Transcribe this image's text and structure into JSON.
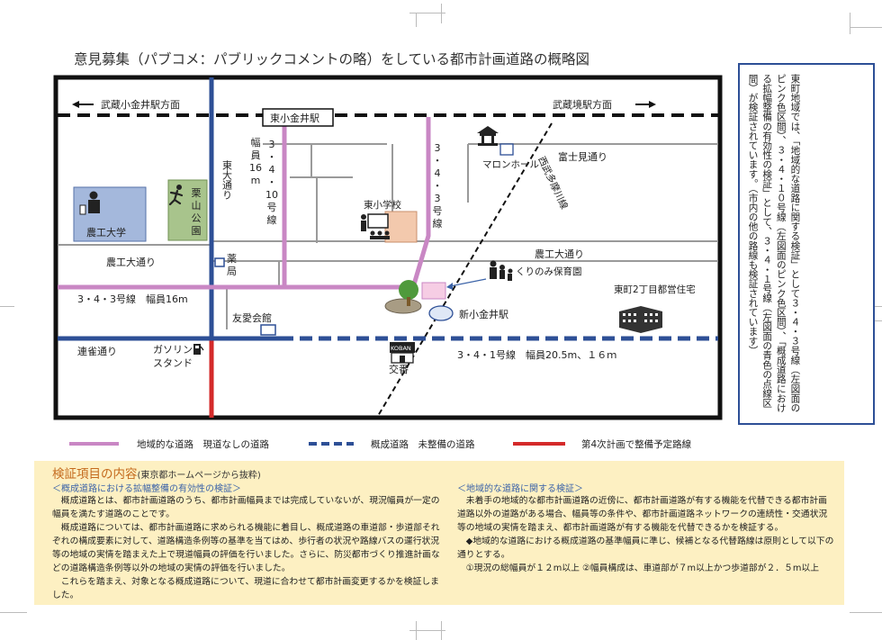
{
  "title": "意見募集（パブコメ：パブリックコメントの略）をしている都市計画道路の概略図",
  "colors": {
    "pink_road": "#c987c4",
    "blue_road": "#2d4f96",
    "red_road": "#d42a2a",
    "heading_orange": "#c46a1d",
    "info_bg": "#fdf0c2"
  },
  "map": {
    "directions": {
      "left": "武蔵小金井駅方面",
      "right": "武蔵境駅方面"
    },
    "stations": {
      "higashikoganei": "東小金井駅",
      "shinkoganei": "新小金井駅"
    },
    "roads": {
      "higashi_odori": "東大通り",
      "road_3410_chars": [
        "3",
        "・",
        "4",
        "・",
        "10",
        "号",
        "線"
      ],
      "road_3410_width_chars": [
        "幅",
        "員",
        "16",
        "m"
      ],
      "road_343_chars": [
        "3",
        "・",
        "4",
        "・",
        "3",
        "号",
        "線"
      ],
      "seibu_line": "西武多摩川線",
      "fujimi": "富士見通り",
      "noko_left": "農工大通り",
      "noko_right": "農工大通り",
      "road_343_label": "3・4・3号線　幅員16m",
      "renjaku": "連雀通り",
      "road_341_label": "3・4・1号線　幅員20.5m、１６ｍ"
    },
    "places": {
      "noko_univ": "農工大学",
      "kuriyama_chars": [
        "栗",
        "山",
        "公",
        "園"
      ],
      "pharmacy_chars": [
        "薬",
        "局"
      ],
      "higashi_school": "東小学校",
      "marron_hall": "マロンホール",
      "kurinomi": "くりのみ保育園",
      "toei_housing": "東町2丁目都営住宅",
      "yuai": "友愛会館",
      "gas_station_1": "ガソリン",
      "gas_station_2": "スタンド",
      "koban": "交番",
      "koban_sign": "KOBAN"
    }
  },
  "legend": [
    {
      "label": "地域的な道路　現道なしの道路",
      "color": "#c987c4",
      "style": "solid"
    },
    {
      "label": "概成道路　未整備の道路",
      "color": "#2d4f96",
      "style": "dashed"
    },
    {
      "label": "第4次計画で整備予定路線",
      "color": "#d42a2a",
      "style": "solid"
    }
  ],
  "side_note": "東町地域では、「地域的な道路に関する検証」として３・４・３号線（左図面のピンク色区間）、３・４・１０号線（左図面のピンク色区間）、「概成道路における拡幅整備の有効性の検証」として、３・４・１号線（左図面の青色の点線区間）が検証されています。（市内の他の路線も検証されています）",
  "info": {
    "heading": "検証項目の内容",
    "heading_note": "(東京都ホームページから抜粋)",
    "left_subheading": "＜概成道路における拡幅整備の有効性の検証＞",
    "left_paragraphs": [
      "　概成道路とは、都市計画道路のうち、都市計画幅員までは完成していないが、現況幅員が一定の幅員を満たす道路のことです。",
      "　概成道路については、都市計画道路に求められる機能に着目し、概成道路の車道部・歩道部それぞれの構成要素に対して、道路構造条例等の基準を当てはめ、歩行者の状況や路線バスの運行状況等の地域の実情を踏まえた上で現道幅員の評価を行いました。さらに、防災都市づくり推進計画などの道路構造条例等以外の地域の実情の評価を行いました。",
      "　これらを踏まえ、対象となる概成道路について、現道に合わせて都市計画変更するかを検証しました。"
    ],
    "right_subheading": "＜地域的な道路に関する検証＞",
    "right_paragraphs": [
      "　未着手の地域的な都市計画道路の近傍に、都市計画道路が有する機能を代替できる都市計画道路以外の道路がある場合、幅員等の条件や、都市計画道路ネットワークの連続性・交通状況等の地域の実情を踏まえ、都市計画道路が有する機能を代替できるかを検証する。",
      "　◆地域的な道路における概成道路の基準幅員に準じ、候補となる代替路線は原則として以下の通りとする。",
      "　①現況の総幅員が１２m以上 ②幅員構成は、車道部が７m以上かつ歩道部が２．５m以上"
    ]
  }
}
